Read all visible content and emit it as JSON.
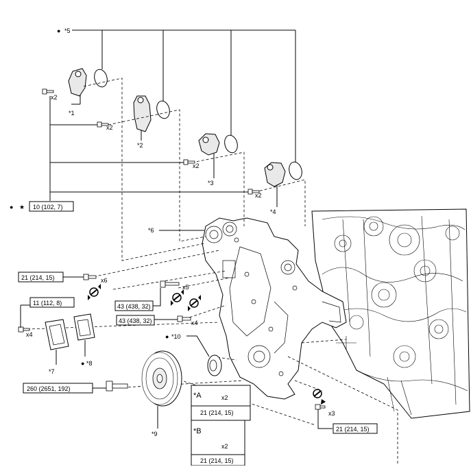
{
  "legend_marks": {
    "dot": "●",
    "star": "★"
  },
  "callouts": {
    "c5": "*5",
    "c1": "*1",
    "c2": "*2",
    "c3": "*3",
    "c4": "*4",
    "c6": "*6",
    "c7": "*7",
    "c8": "*8",
    "c9": "*9",
    "c10": "*10",
    "cA": "*A",
    "cB": "*B"
  },
  "quantities": {
    "q_cover1": "x2",
    "q_cover2": "x2",
    "q_cover3": "x2",
    "q_cover4": "x2",
    "q_upper": "x6",
    "q_mid": "x5",
    "q_low": "x4",
    "q_left": "x4",
    "q_A": "x2",
    "q_B": "x2",
    "q_right": "x3"
  },
  "torques": {
    "t_cover": "10 (102, 7)",
    "t_upper": "21 (214, 15)",
    "t_left": "11 (112, 8)",
    "t_mid": "43 (438, 32)",
    "t_low": "43 (438, 32)",
    "t_pulley": "260 (2651, 192)",
    "t_A": "21 (214, 15)",
    "t_B": "21 (214, 15)",
    "t_right": "21 (214, 15)"
  },
  "icons": [
    "bolt-icon",
    "oring-icon",
    "cam-sensor-icon",
    "no-reuse-icon",
    "timing-cover-icon",
    "pulley-icon",
    "seal-icon",
    "engine-block-icon"
  ]
}
